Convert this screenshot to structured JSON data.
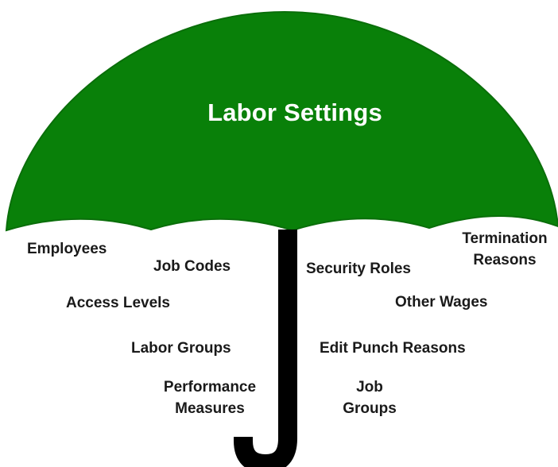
{
  "diagram": {
    "title": "Labor Settings",
    "canopy_color": "#098009",
    "canopy_edge_color": "#0a6e0a",
    "handle_color": "#000000",
    "items_left": [
      {
        "label": "Employees"
      },
      {
        "label": "Job Codes"
      },
      {
        "label": "Access Levels"
      },
      {
        "label": "Labor Groups"
      },
      {
        "label": "Performance\nMeasures"
      }
    ],
    "items_right": [
      {
        "label": "Termination\nReasons"
      },
      {
        "label": "Security Roles"
      },
      {
        "label": "Other Wages"
      },
      {
        "label": "Edit Punch Reasons"
      },
      {
        "label": "Job\nGroups"
      }
    ]
  }
}
